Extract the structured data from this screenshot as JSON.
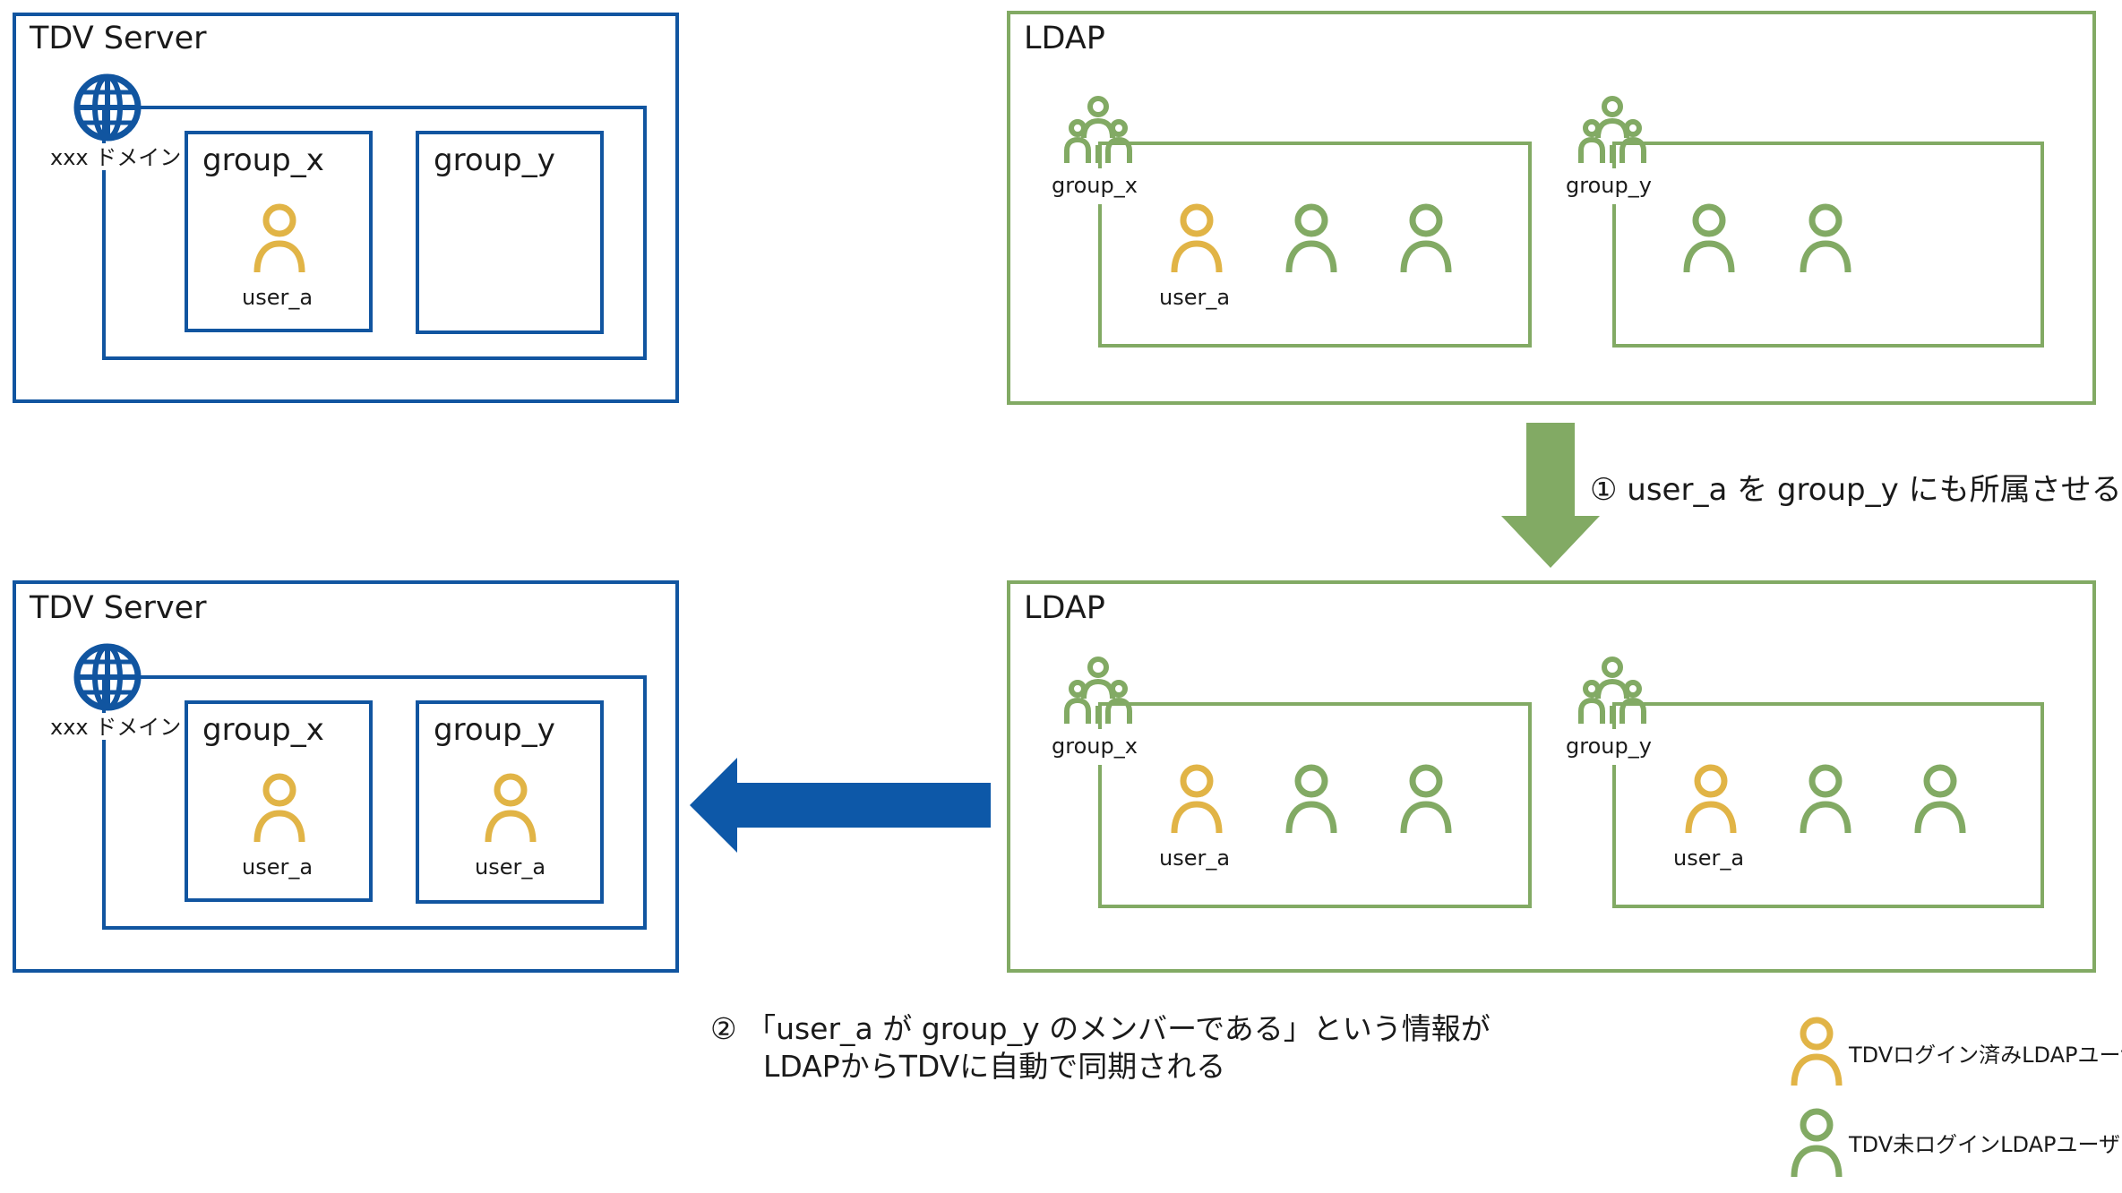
{
  "colors": {
    "tdv_blue": "#1155a0",
    "ldap_green": "#82aa64",
    "logged_in_user": "#e1b446",
    "not_logged_in_user": "#82aa64"
  },
  "before": {
    "tdv": {
      "title": "TDV Server",
      "domain_label": "xxx ドメイン",
      "groups": [
        {
          "name": "group_x",
          "users": [
            "user_a"
          ]
        },
        {
          "name": "group_y",
          "users": []
        }
      ]
    },
    "ldap": {
      "title": "LDAP",
      "groups": [
        {
          "name": "group_x",
          "users": [
            "user_a"
          ],
          "extra_users": 2
        },
        {
          "name": "group_y",
          "users": [],
          "extra_users": 2
        }
      ]
    }
  },
  "step1": {
    "text": "① user_a を group_y にも所属させる",
    "icon": "arrow-down"
  },
  "after": {
    "tdv": {
      "title": "TDV Server",
      "domain_label": "xxx ドメイン",
      "groups": [
        {
          "name": "group_x",
          "users": [
            "user_a"
          ]
        },
        {
          "name": "group_y",
          "users": [
            "user_a"
          ]
        }
      ]
    },
    "ldap": {
      "title": "LDAP",
      "groups": [
        {
          "name": "group_x",
          "users": [
            "user_a"
          ],
          "extra_users": 2
        },
        {
          "name": "group_y",
          "users": [
            "user_a"
          ],
          "extra_users": 2
        }
      ]
    }
  },
  "step2": {
    "line1": "② 「user_a が group_y のメンバーである」という情報が",
    "line2": "LDAPからTDVに自動で同期される",
    "icon": "arrow-left"
  },
  "legend": {
    "logged_in": "TDVログイン済みLDAPユーザ",
    "not_logged_in": "TDV未ログインLDAPユーザ"
  }
}
